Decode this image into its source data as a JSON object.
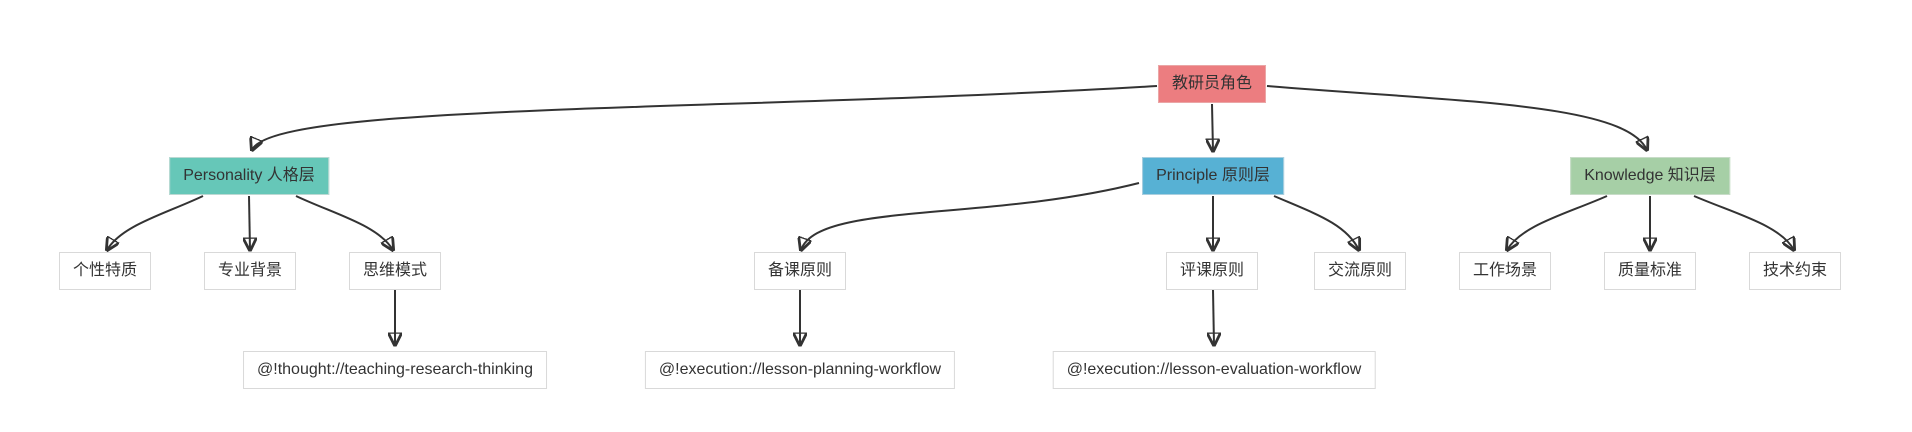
{
  "diagram": {
    "type": "flowchart",
    "direction": "top-down",
    "colors": {
      "root_fill": "#ec7d80",
      "personality_fill": "#66c7b8",
      "principle_fill": "#57b1d4",
      "knowledge_fill": "#a6cfa6",
      "leaf_fill": "#ffffff",
      "leaf_border": "#d9d9d9",
      "edge": "#333333",
      "text": "#333333"
    },
    "nodes": {
      "root": {
        "label": "教研员角色"
      },
      "personality": {
        "label": "Personality 人格层"
      },
      "principle": {
        "label": "Principle 原则层"
      },
      "knowledge": {
        "label": "Knowledge 知识层"
      },
      "trait": {
        "label": "个性特质"
      },
      "background": {
        "label": "专业背景"
      },
      "thinking": {
        "label": "思维模式"
      },
      "lesson_prep": {
        "label": "备课原则"
      },
      "lesson_eval": {
        "label": "评课原则"
      },
      "communication": {
        "label": "交流原则"
      },
      "work_scene": {
        "label": "工作场景"
      },
      "quality": {
        "label": "质量标准"
      },
      "tech": {
        "label": "技术约束"
      },
      "thought_ref": {
        "label": "@!thought://teaching-research-thinking"
      },
      "planning_ref": {
        "label": "@!execution://lesson-planning-workflow"
      },
      "evaluation_ref": {
        "label": "@!execution://lesson-evaluation-workflow"
      }
    },
    "edges": [
      {
        "from": "root",
        "to": "personality"
      },
      {
        "from": "root",
        "to": "principle"
      },
      {
        "from": "root",
        "to": "knowledge"
      },
      {
        "from": "personality",
        "to": "trait"
      },
      {
        "from": "personality",
        "to": "background"
      },
      {
        "from": "personality",
        "to": "thinking"
      },
      {
        "from": "principle",
        "to": "lesson_prep"
      },
      {
        "from": "principle",
        "to": "lesson_eval"
      },
      {
        "from": "principle",
        "to": "communication"
      },
      {
        "from": "knowledge",
        "to": "work_scene"
      },
      {
        "from": "knowledge",
        "to": "quality"
      },
      {
        "from": "knowledge",
        "to": "tech"
      },
      {
        "from": "thinking",
        "to": "thought_ref"
      },
      {
        "from": "lesson_prep",
        "to": "planning_ref"
      },
      {
        "from": "lesson_eval",
        "to": "evaluation_ref"
      }
    ]
  }
}
